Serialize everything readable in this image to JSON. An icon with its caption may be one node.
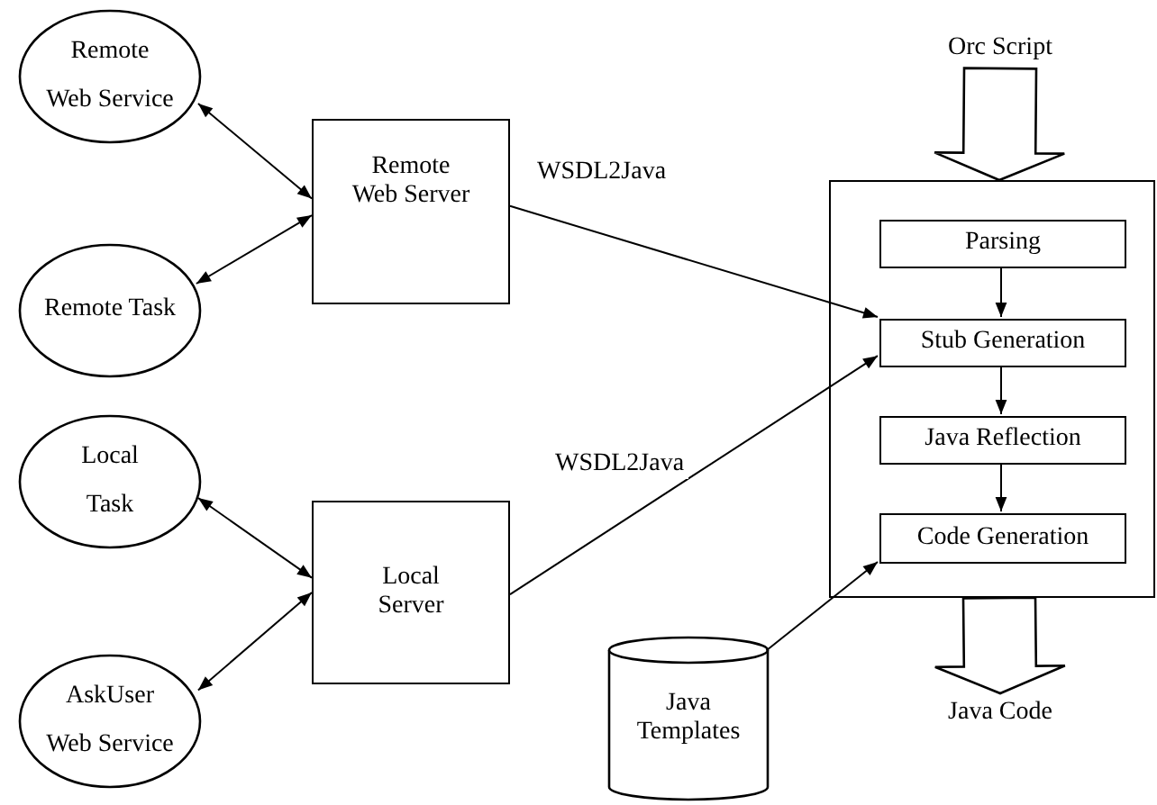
{
  "diagram": {
    "nodes": [
      {
        "text": [
          "Remote",
          "Web Service"
        ]
      },
      {
        "text": [
          "Remote Task"
        ]
      },
      {
        "text": [
          "Local",
          "Task"
        ]
      },
      {
        "text": [
          "AskUser",
          "Web Service"
        ]
      },
      {
        "text": [
          "Remote Web Server"
        ]
      },
      {
        "text": [
          "Local Server"
        ]
      },
      {
        "text": [
          "Orc Script"
        ]
      },
      {
        "text": [],
        "shape": "box"
      },
      {
        "text": [
          "Parsing"
        ],
        "in": 7
      },
      {
        "text": [
          "Stub Generation"
        ],
        "in": 7
      },
      {
        "text": [
          "Java Reflection"
        ],
        "in": 7
      },
      {
        "text": [
          "Code Generation"
        ],
        "in": 7
      },
      {
        "text": [
          "Java Templates"
        ]
      },
      {
        "text": [
          "Java Code"
        ]
      }
    ],
    "edges": [
      {
        "from": 0,
        "to": 4,
        "arrow": "both"
      },
      {
        "from": 1,
        "to": 4,
        "arrow": "both"
      },
      {
        "from": 2,
        "to": 5,
        "arrow": "both"
      },
      {
        "from": 3,
        "to": 5,
        "arrow": "both"
      },
      {
        "from": 4,
        "to": 9,
        "arrow": "to",
        "label": "WSDL2Java"
      },
      {
        "from": 5,
        "to": 9,
        "arrow": "to",
        "label": "WSDL2Java"
      },
      {
        "from": 8,
        "to": 9,
        "arrow": "to"
      },
      {
        "from": 9,
        "to": 10,
        "arrow": "to"
      },
      {
        "from": 10,
        "to": 11,
        "arrow": "to"
      },
      {
        "from": 12,
        "to": 11,
        "arrow": "to"
      },
      {
        "from": 6,
        "to": 7,
        "arrow": "to",
        "style": "thick"
      },
      {
        "from": 7,
        "to": 13,
        "arrow": "to",
        "style": "thick"
      }
    ]
  }
}
